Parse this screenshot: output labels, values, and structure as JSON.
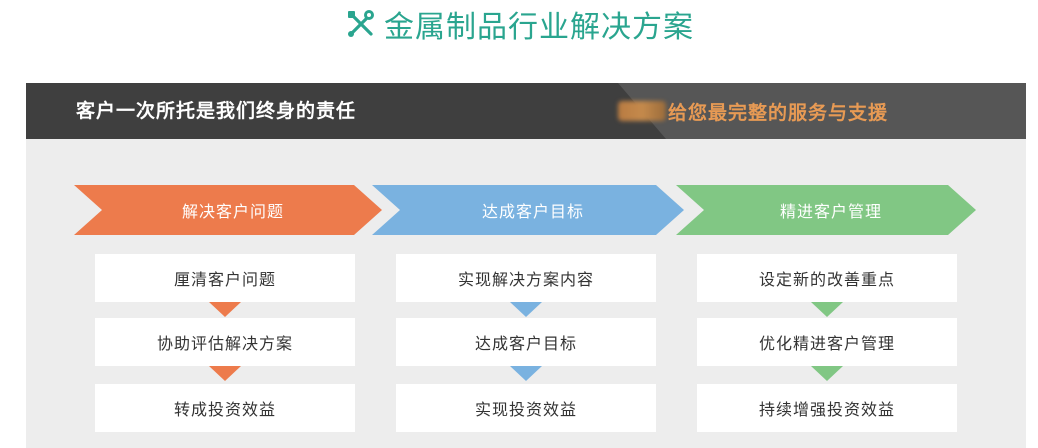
{
  "title": "金属制品行业解决方案",
  "colors": {
    "accent": "#2aa58f",
    "orange": "#ed7b4c",
    "blue": "#7ab2e0",
    "green": "#81c784",
    "header_dark": "#3f3f3f",
    "header_right": "#565656",
    "header_right_text": "#e79a54",
    "panel_bg": "#ededed"
  },
  "header": {
    "left_text": "客户一次所托是我们终身的责任",
    "right_text": "给您最完整的服务与支援"
  },
  "columns": [
    {
      "title": "解决客户问题",
      "color": "#ed7b4c",
      "steps": [
        "厘清客户问题",
        "协助评估解决方案",
        "转成投资效益"
      ]
    },
    {
      "title": "达成客户目标",
      "color": "#7ab2e0",
      "steps": [
        "实现解决方案内容",
        "达成客户目标",
        "实现投资效益"
      ]
    },
    {
      "title": "精进客户管理",
      "color": "#81c784",
      "steps": [
        "设定新的改善重点",
        "优化精进客户管理",
        "持续增强投资效益"
      ]
    }
  ]
}
